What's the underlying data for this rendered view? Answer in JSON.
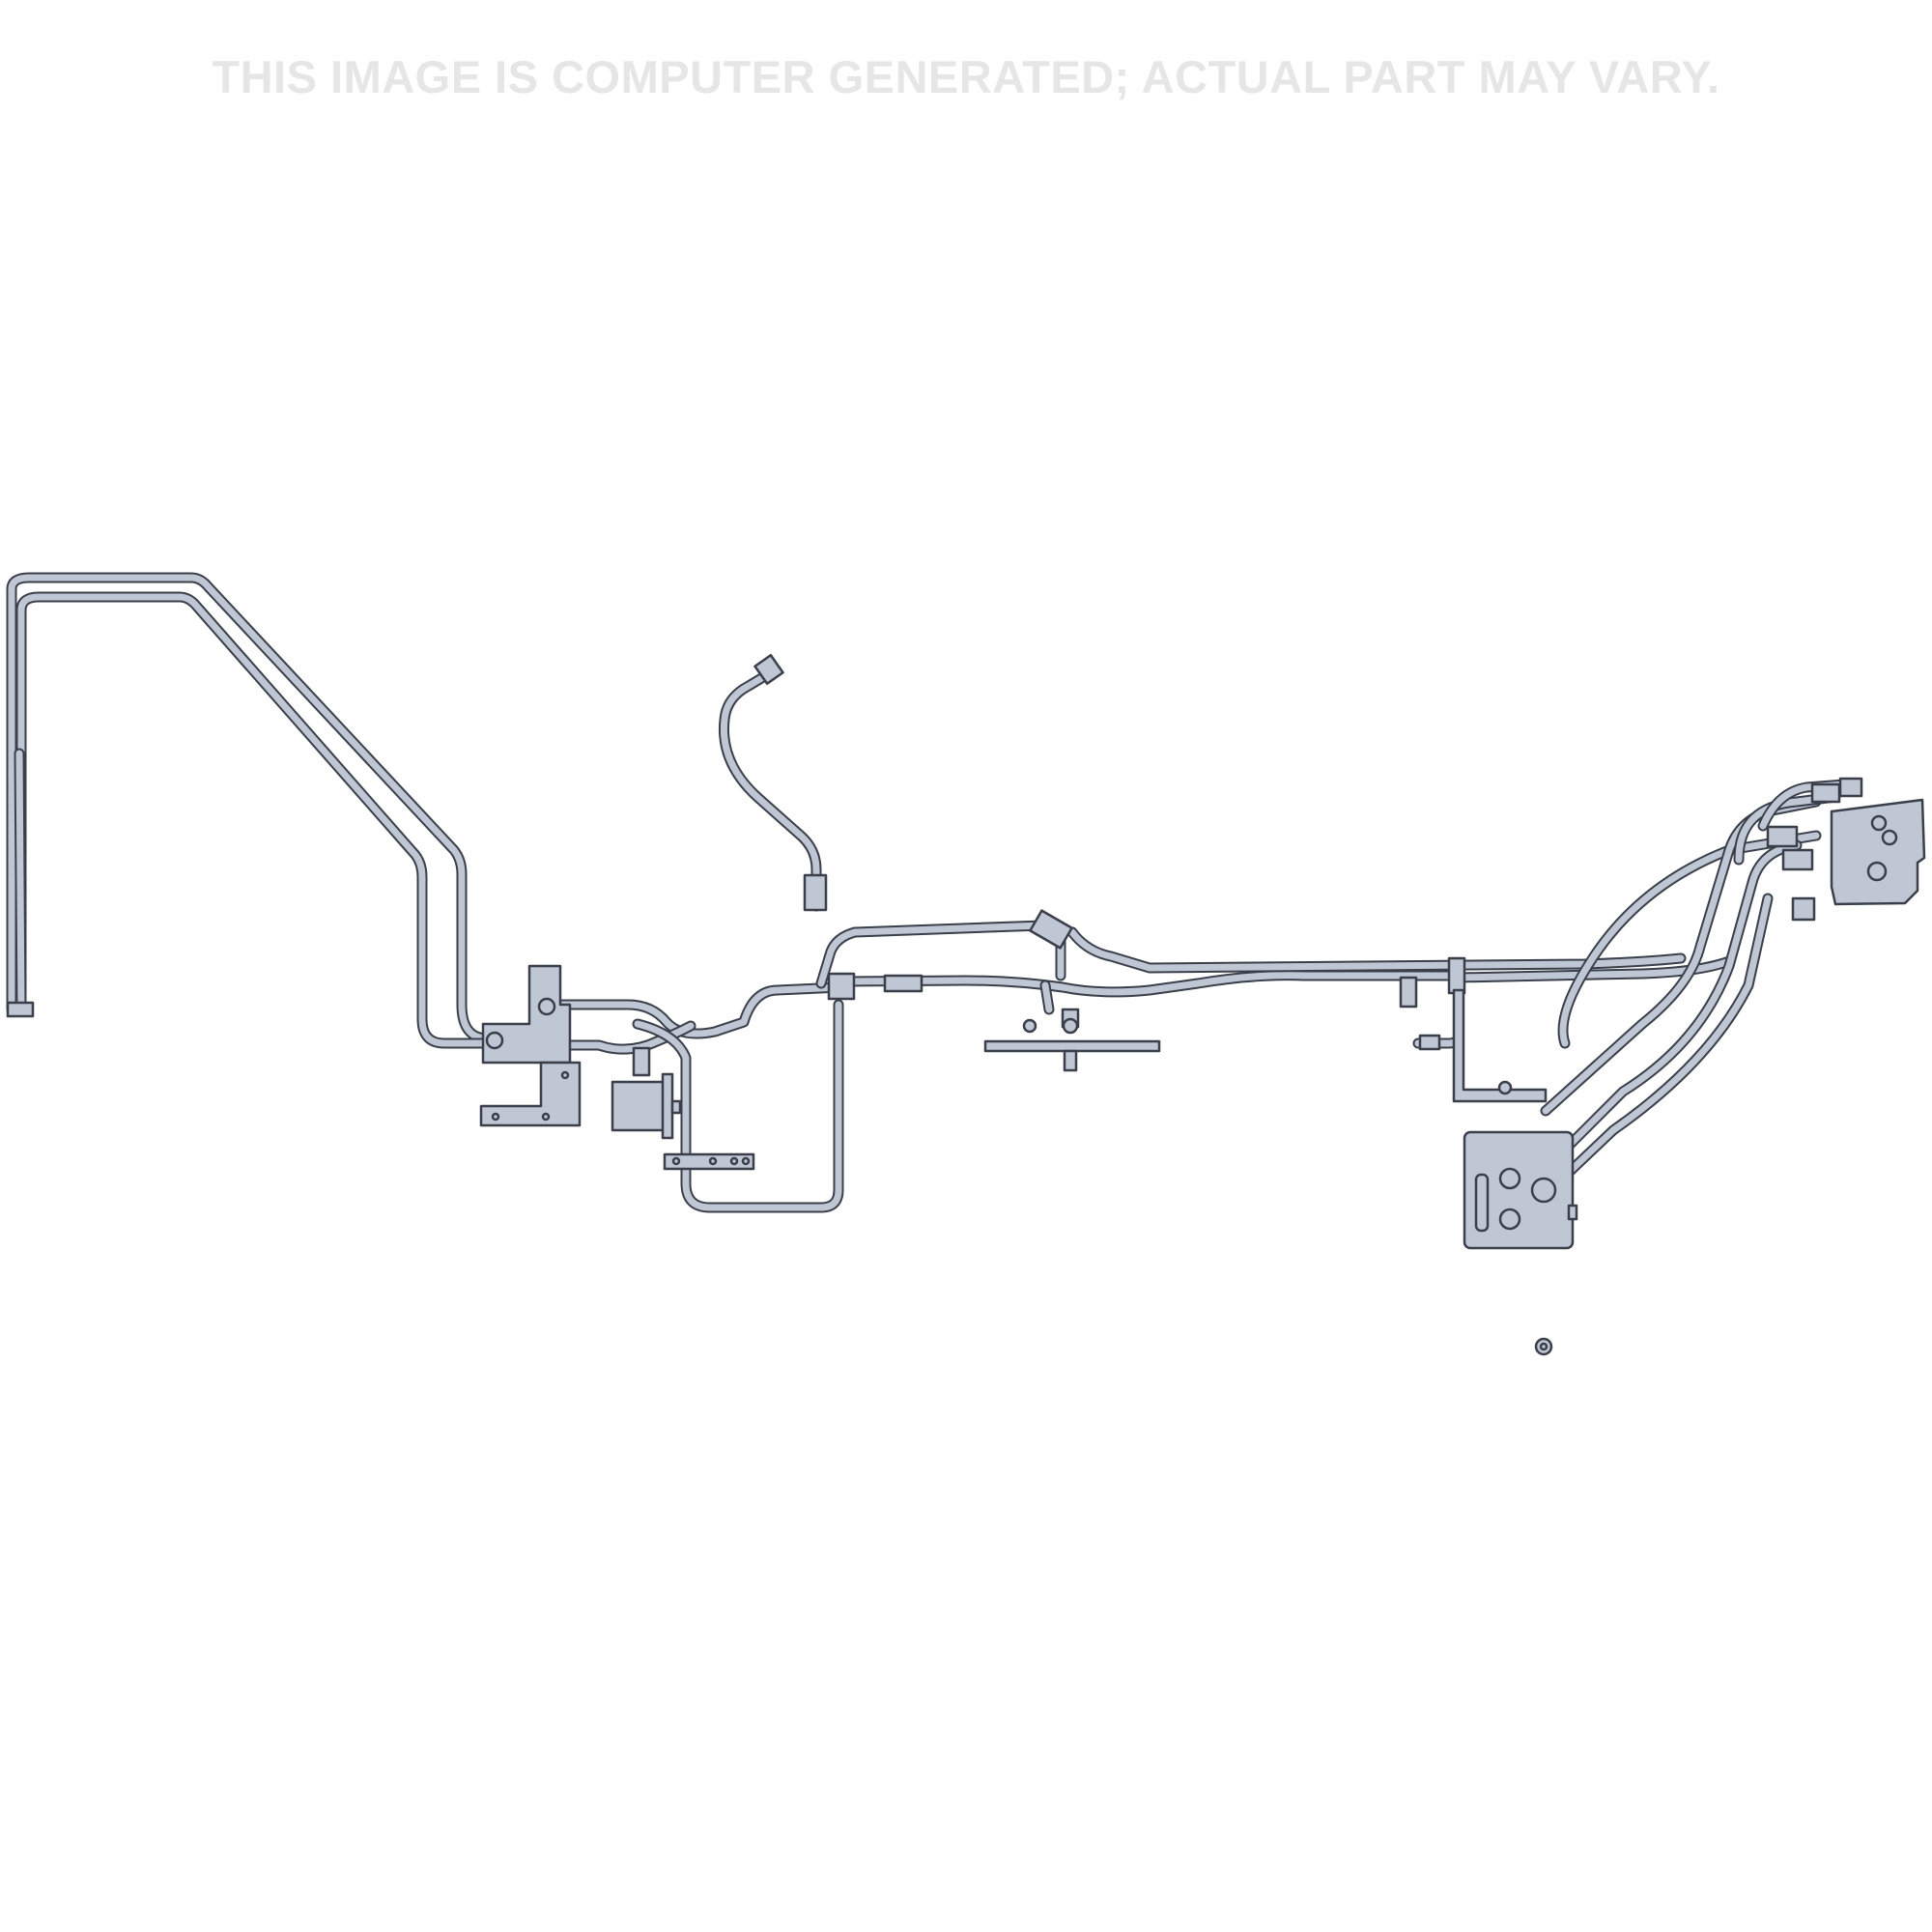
{
  "disclaimer": {
    "text": "THIS IMAGE IS COMPUTER GENERATED; ACTUAL PART MAY VARY."
  },
  "colors": {
    "background": "#ffffff",
    "disclaimer_text": "#e6e6e6",
    "tube_fill": "#bfc6d4",
    "line": "#3a3f4a"
  },
  "drawing": {
    "subject": "hydraulic tube assembly",
    "view": "isometric"
  }
}
